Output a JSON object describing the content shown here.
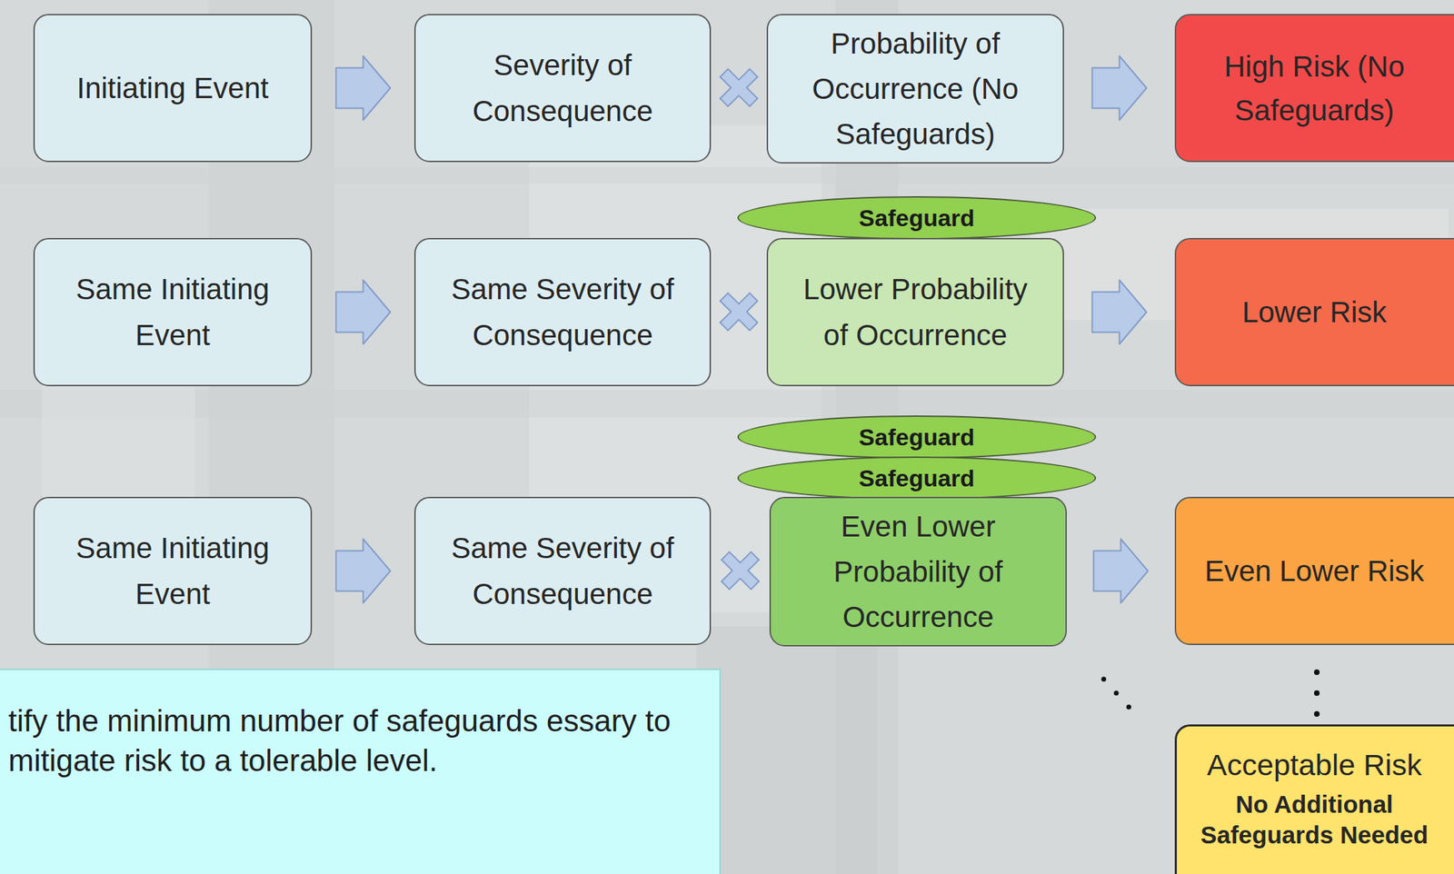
{
  "diagram": {
    "nodes": [
      {
        "text": [
          "Initiating Event"
        ]
      },
      {
        "text": [
          "Severity of Consequence"
        ]
      },
      {
        "text": [
          "Probability of Occurrence (No Safeguards)"
        ]
      },
      {
        "text": [
          "High Risk (No Safeguards)"
        ]
      },
      {
        "text": [
          "Safeguard"
        ]
      },
      {
        "text": [
          "Same Initiating Event"
        ]
      },
      {
        "text": [
          "Same Severity of Consequence"
        ]
      },
      {
        "text": [
          "Lower Probability of Occurrence"
        ]
      },
      {
        "text": [
          "Lower Risk"
        ]
      },
      {
        "text": [
          "Safeguard"
        ]
      },
      {
        "text": [
          "Safeguard"
        ]
      },
      {
        "text": [
          "Same Initiating Event"
        ]
      },
      {
        "text": [
          "Same Severity of Consequence"
        ]
      },
      {
        "text": [
          "Even Lower Probability of Occurrence"
        ]
      },
      {
        "text": [
          "Even Lower Risk"
        ]
      },
      {
        "text": [
          "tify the minimum number of safeguards essary to mitigate risk to a tolerable level."
        ]
      },
      {
        "text": [
          "Acceptable Risk",
          "No Additional Safeguards Needed"
        ]
      }
    ],
    "edges": [
      {
        "from": 0,
        "to": 1,
        "arrow": "to"
      },
      {
        "from": 2,
        "to": 3,
        "arrow": "to"
      },
      {
        "from": 5,
        "to": 6,
        "arrow": "to"
      },
      {
        "from": 7,
        "to": 8,
        "arrow": "to"
      },
      {
        "from": 11,
        "to": 12,
        "arrow": "to"
      },
      {
        "from": 13,
        "to": 14,
        "arrow": "to"
      }
    ]
  }
}
